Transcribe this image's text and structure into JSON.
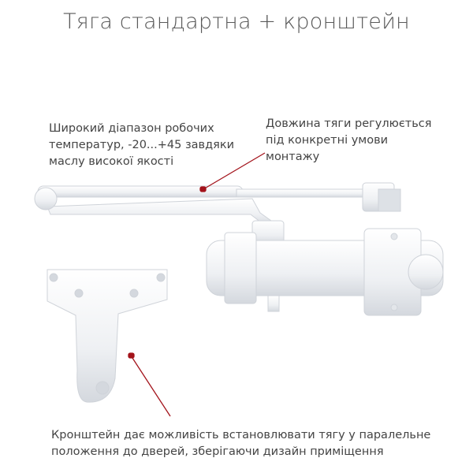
{
  "title": "Тяга стандартна + кронштейн",
  "notes": {
    "temperature": "Широкий діапазон робочих\nтемператур, -20...+45 завдяки\nмаслу високої якості",
    "arm_length": "Довжина тяги регулюється\nпід конкретні умови\nмонтажу",
    "bracket": "Кронштейн дає можливість встановлювати тягу у паралельне\nположення до дверей, зберігаючи дизайн приміщення"
  },
  "colors": {
    "accent": "#a3131b",
    "text": "#444444",
    "product": "#f4f5f7",
    "shade": "#d9dce1"
  }
}
